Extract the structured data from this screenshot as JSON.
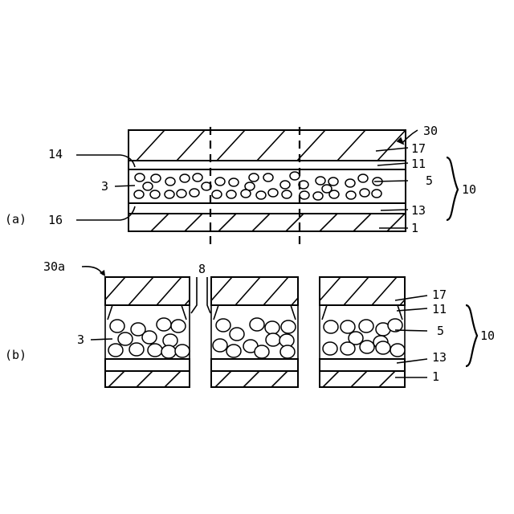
{
  "panel_a": {
    "panel_label": "(a)",
    "labels": {
      "ref_30": "30",
      "ref_17": "17",
      "ref_14": "14",
      "ref_11": "11",
      "ref_3": "3",
      "ref_5": "5",
      "ref_10": "10",
      "ref_16": "16",
      "ref_13": "13",
      "ref_1": "1"
    }
  },
  "panel_b": {
    "panel_label": "(b)",
    "labels": {
      "ref_30a": "30a",
      "ref_8": "8",
      "ref_17": "17",
      "ref_11": "11",
      "ref_3": "3",
      "ref_5": "5",
      "ref_10": "10",
      "ref_13": "13",
      "ref_1": "1"
    }
  }
}
